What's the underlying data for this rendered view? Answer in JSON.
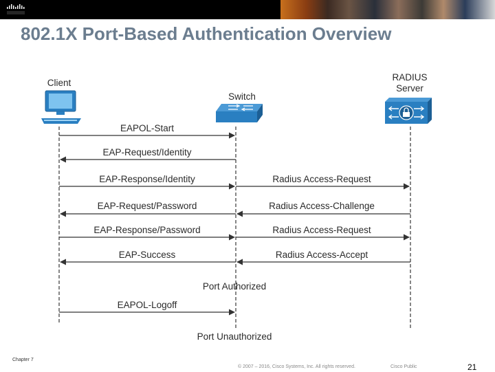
{
  "slide": {
    "title": "802.1X Port-Based Authentication Overview",
    "page_number": "21"
  },
  "footer": {
    "chapter": "Chapter 7",
    "copyright": "© 2007 – 2016, Cisco Systems, Inc. All rights reserved.",
    "classification": "Cisco Public"
  },
  "actors": {
    "client": "Client",
    "switch": "Switch",
    "radius_line1": "RADIUS",
    "radius_line2": "Server"
  },
  "messages": {
    "eapol_start": "EAPOL-Start",
    "eap_request_identity": "EAP-Request/Identity",
    "eap_response_identity": "EAP-Response/Identity",
    "radius_access_request_1": "Radius Access-Request",
    "eap_request_password": "EAP-Request/Password",
    "radius_access_challenge": "Radius Access-Challenge",
    "eap_response_password": "EAP-Response/Password",
    "radius_access_request_2": "Radius Access-Request",
    "eap_success": "EAP-Success",
    "radius_access_accept": "Radius Access-Accept",
    "port_authorized": "Port Authorized",
    "eapol_logoff": "EAPOL-Logoff",
    "port_unauthorized": "Port Unauthorized"
  },
  "colors": {
    "title": "#6b7d8f",
    "device_blue": "#2a7fc1",
    "topbar": "#000000"
  }
}
